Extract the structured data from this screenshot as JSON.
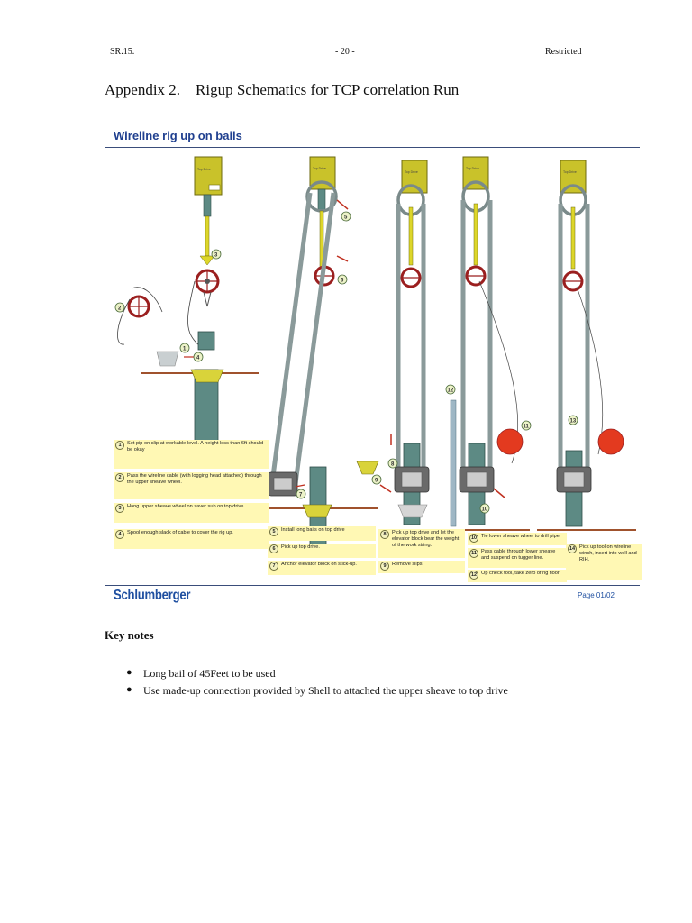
{
  "header": {
    "left": "SR.15.",
    "center": "- 20 -",
    "right": "Restricted"
  },
  "title": "Appendix 2.    Rigup Schematics for TCP correlation Run",
  "schematic": {
    "title": "Wireline rig up on bails",
    "brand": "Schlumberger",
    "page_no": "Page 01/02",
    "top_drive_label": "Top Drive",
    "steps": [
      {
        "n": "1",
        "text": "Set pip on slip at workable level. A height less than 6ft should be okay"
      },
      {
        "n": "2",
        "text": "Pass the wireline cable (with logging head attached) through the upper sheave wheel."
      },
      {
        "n": "3",
        "text": "Hang upper sheave wheel on saver sub on top drive."
      },
      {
        "n": "4",
        "text": "Spool enough slack of cable to cover the rig up."
      },
      {
        "n": "5",
        "text": "Install long bails on top drive"
      },
      {
        "n": "6",
        "text": "Pick up top drive."
      },
      {
        "n": "7",
        "text": "Anchor elevator block on stick-up."
      },
      {
        "n": "8",
        "text": "Pick up top drive and let the elevator block bear the weight of the work string."
      },
      {
        "n": "9",
        "text": "Remove slips"
      },
      {
        "n": "10",
        "text": "Tie lower sheave wheel to drill pipe."
      },
      {
        "n": "11",
        "text": "Pass cable through lower sheave and suspend on tugger line."
      },
      {
        "n": "12",
        "text": "Op check tool, take zero of rig floor"
      },
      {
        "n": "14",
        "text": "Pick up tool on wireline winch, insert into well and RIH."
      }
    ],
    "marker_labels": [
      "1",
      "2",
      "3",
      "4",
      "5",
      "6",
      "7",
      "8",
      "9",
      "10",
      "11",
      "12",
      "13"
    ]
  },
  "key_notes": {
    "heading": "Key notes",
    "bullets": [
      "Long bail of 45Feet to be used",
      "Use made-up connection provided by Shell to attached the upper sheave to top drive"
    ]
  },
  "colors": {
    "top_drive": "#c9c22a",
    "pipe": "#5d8a84",
    "bail": "#8a9a9a",
    "sheave": "#9b1f1f",
    "note_bg": "#fff8b4",
    "floor": "#a0522d",
    "brand_blue": "#1f4fa0"
  }
}
